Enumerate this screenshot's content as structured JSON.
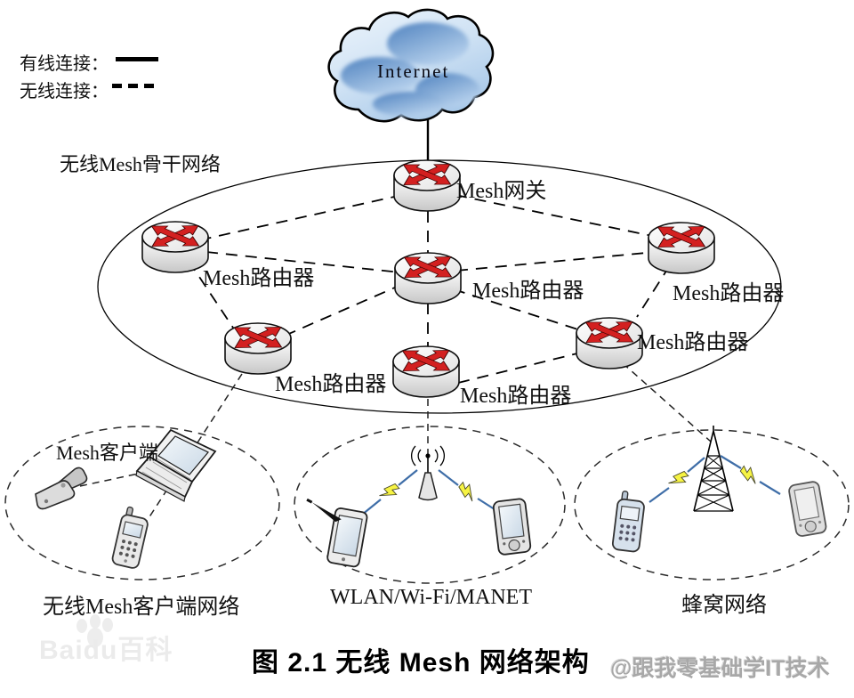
{
  "legend": {
    "wired": "有线连接：",
    "wireless": "无线连接："
  },
  "cloud": {
    "label": "Internet"
  },
  "backbone": {
    "label": "无线Mesh骨干网络"
  },
  "nodes": {
    "gateway": {
      "label": "Mesh网关"
    },
    "routers": [
      {
        "position": "left",
        "label": "Mesh路由器"
      },
      {
        "position": "center",
        "label": "Mesh路由器"
      },
      {
        "position": "right",
        "label": "Mesh路由器"
      },
      {
        "position": "lower-left",
        "label": "Mesh路由器"
      },
      {
        "position": "bottom-center",
        "label": "Mesh路由器"
      },
      {
        "position": "lower-right",
        "label": "Mesh路由器"
      }
    ]
  },
  "client_networks": [
    {
      "label": "无线Mesh客户端网络",
      "inner_label": "Mesh客户端",
      "devices": [
        "flip-phone-icon",
        "laptop-icon",
        "mobile-phone-icon"
      ]
    },
    {
      "label": "WLAN/Wi-Fi/MANET",
      "devices": [
        "pda-stylus-icon",
        "access-point-icon",
        "pda-icon"
      ]
    },
    {
      "label": "蜂窝网络",
      "devices": [
        "mobile-phone-icon",
        "cell-tower-icon",
        "pda-icon"
      ]
    }
  ],
  "caption": "图 2.1  无线 Mesh 网络架构",
  "watermarks": {
    "baidu_logo": "Baidu百科",
    "credit": "@跟我零基础学IT技术"
  },
  "colors": {
    "router_arrow_red": "#d32020",
    "cloud_blue": "#6f9fd4",
    "lightning_yellow": "#f6f343",
    "radio_link_blue": "#3f6ea8"
  }
}
